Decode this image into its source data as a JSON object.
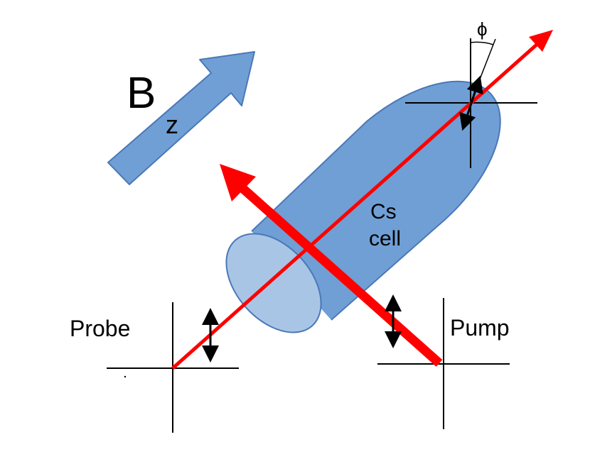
{
  "labels": {
    "field_symbol": "B",
    "field_subscript": "z",
    "cell_line1": "Cs",
    "cell_line2": "cell",
    "probe": "Probe",
    "pump": "Pump",
    "angle": "ϕ"
  },
  "colors": {
    "beam": "#ff0000",
    "cylinder_body": "#6f9fd4",
    "cylinder_face": "#a9c5e6",
    "cylinder_stroke": "#4a78b8",
    "arrow_fill": "#6f9fd4",
    "axes": "#000000"
  }
}
